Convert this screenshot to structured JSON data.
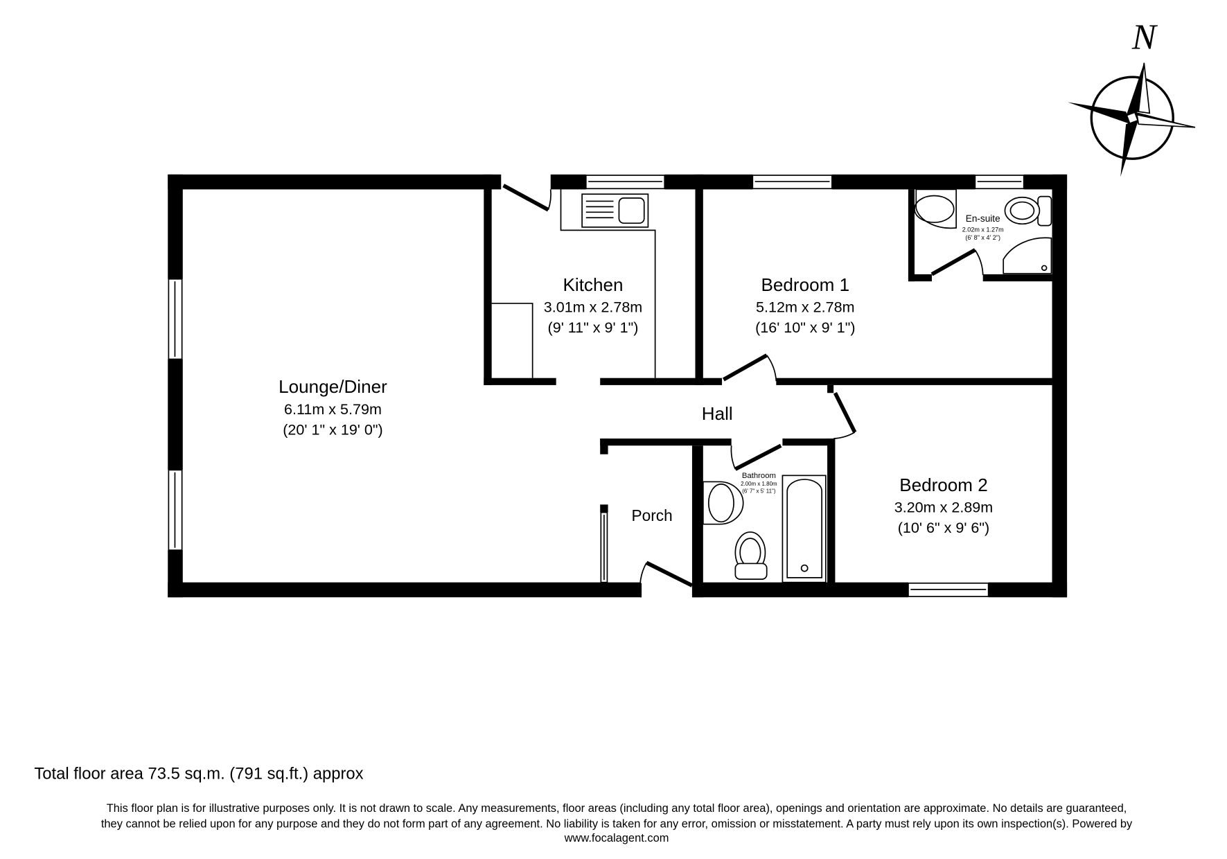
{
  "rooms": {
    "lounge": {
      "name": "Lounge/Diner",
      "metric": "6.11m x 5.79m",
      "imperial": "(20' 1\" x 19' 0\")"
    },
    "kitchen": {
      "name": "Kitchen",
      "metric": "3.01m x 2.78m",
      "imperial": "(9' 11\" x 9' 1\")"
    },
    "bedroom1": {
      "name": "Bedroom 1",
      "metric": "5.12m x 2.78m",
      "imperial": "(16' 10\" x 9' 1\")"
    },
    "ensuite": {
      "name": "En-suite",
      "metric": "2.02m x 1.27m",
      "imperial": "(6' 8\" x 4' 2\")"
    },
    "hall": {
      "name": "Hall"
    },
    "bathroom": {
      "name": "Bathroom",
      "metric": "2.00m x 1.80m",
      "imperial": "(6' 7\" x 5' 11\")"
    },
    "bedroom2": {
      "name": "Bedroom 2",
      "metric": "3.20m x 2.89m",
      "imperial": "(10' 6\" x 9' 6\")"
    },
    "porch": {
      "name": "Porch"
    }
  },
  "compass": {
    "letter": "N"
  },
  "footer": {
    "total_area": "Total floor area 73.5 sq.m. (791 sq.ft.) approx",
    "disclaimer_1": "This floor plan is for illustrative purposes only. It is not drawn to scale. Any measurements, floor areas (including any total floor area), openings and orientation are approximate. No details are guaranteed,",
    "disclaimer_2": "they cannot be relied upon for any purpose and they do not form part of any agreement. No liability is taken for any error, omission or misstatement. A party must rely upon its own inspection(s).  Powered by",
    "disclaimer_3": "www.focalagent.com"
  }
}
